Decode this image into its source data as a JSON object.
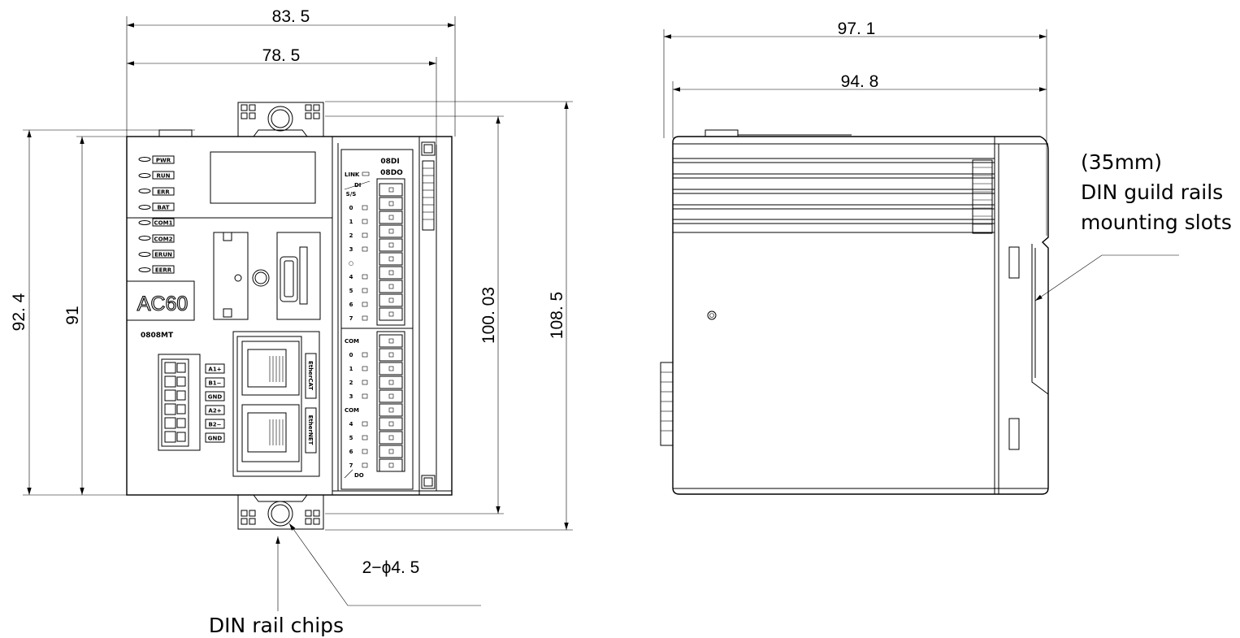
{
  "front_view": {
    "dimensions": {
      "overall_width": "83. 5",
      "body_width": "78. 5",
      "total_height": "92. 4",
      "body_height": "91",
      "rail_height": "100. 03",
      "overall_height": "108. 5"
    },
    "led_indicators": [
      "PWR",
      "RUN",
      "ERR",
      "BAT",
      "COM1",
      "COM2",
      "ERUN",
      "EERR"
    ],
    "brand": "AC60",
    "model": "0808MT",
    "serial_terminals": [
      "A1+",
      "B1−",
      "GND",
      "A2+",
      "B2−",
      "GND"
    ],
    "ports": [
      "EtherCAT",
      "EtherNET"
    ],
    "io_header_top": "08DI",
    "io_header_bottom": "08DO",
    "link_label": "LINK",
    "di_label": "DI",
    "do_label": "DO",
    "di_rows": [
      "S/S",
      "0",
      "1",
      "2",
      "3",
      "○",
      "4",
      "5",
      "6",
      "7"
    ],
    "do_rows": [
      "COM",
      "0",
      "1",
      "2",
      "3",
      "COM",
      "4",
      "5",
      "6",
      "7"
    ],
    "hole_note": "2−ϕ4. 5",
    "din_chips_note": "DIN rail chips"
  },
  "side_view": {
    "dimensions": {
      "overall_depth": "97. 1",
      "body_depth": "94. 8"
    },
    "note_lines": [
      "(35mm)",
      "DIN guild rails",
      "mounting slots"
    ]
  }
}
